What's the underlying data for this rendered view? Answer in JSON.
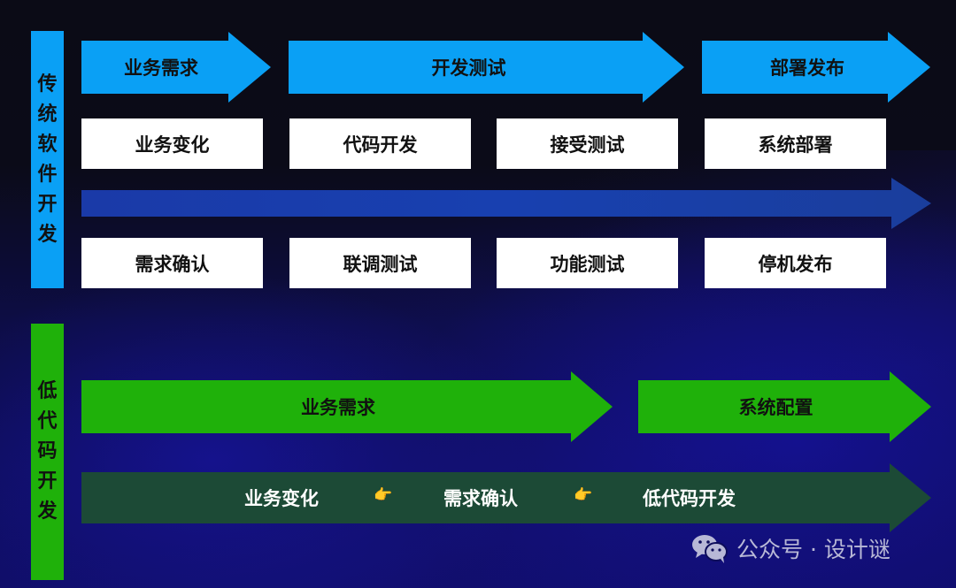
{
  "colors": {
    "traditional_accent": "#0aa0f5",
    "lowcode_accent": "#1fb10a",
    "flow_arrow": "#1a3ea8",
    "lowcode_flow_arrow": "#1c4a35",
    "box_bg": "#ffffff",
    "background": "#0b0b18"
  },
  "traditional": {
    "label": "传统软件开发",
    "label_chars": [
      "传",
      "统",
      "软",
      "件",
      "开",
      "发"
    ],
    "phases": [
      {
        "label": "业务需求"
      },
      {
        "label": "开发测试"
      },
      {
        "label": "部署发布"
      }
    ],
    "top_boxes": [
      "业务变化",
      "代码开发",
      "接受测试",
      "系统部署"
    ],
    "bottom_boxes": [
      "需求确认",
      "联调测试",
      "功能测试",
      "停机发布"
    ]
  },
  "lowcode": {
    "label": "低代码开发",
    "label_chars": [
      "低",
      "代",
      "码",
      "开",
      "发"
    ],
    "phases": [
      {
        "label": "业务需求"
      },
      {
        "label": "系统配置"
      }
    ],
    "flow_steps": [
      "业务变化",
      "需求确认",
      "低代码开发"
    ],
    "separator_icon": "👉"
  },
  "watermark": {
    "icon": "wechat-icon",
    "text": "公众号 · 设计谜"
  }
}
